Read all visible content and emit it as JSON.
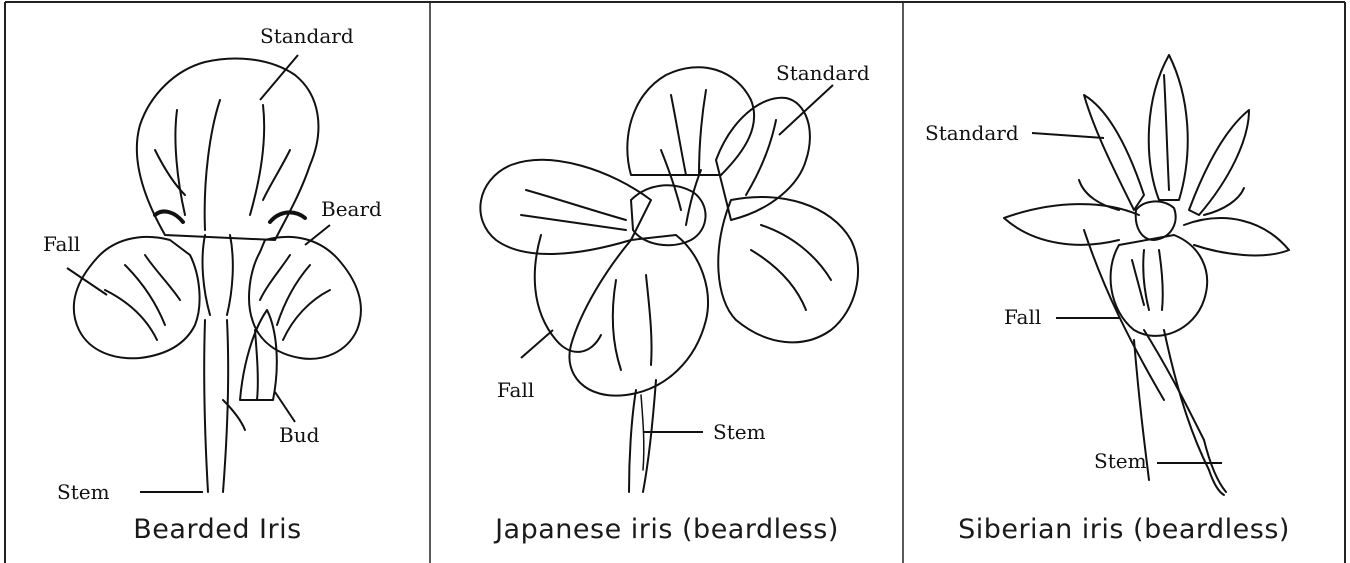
{
  "panels": [
    {
      "title": "Bearded Iris",
      "labels": {
        "standard": "Standard",
        "beard": "Beard",
        "fall": "Fall",
        "bud": "Bud",
        "stem": "Stem"
      }
    },
    {
      "title": "Japanese iris (beardless)",
      "labels": {
        "standard": "Standard",
        "fall": "Fall",
        "stem": "Stem"
      }
    },
    {
      "title": "Siberian iris (beardless)",
      "labels": {
        "standard": "Standard",
        "fall": "Fall",
        "stem": "Stem"
      }
    }
  ],
  "colors": {
    "ink": "#111111",
    "background": "#ffffff"
  }
}
